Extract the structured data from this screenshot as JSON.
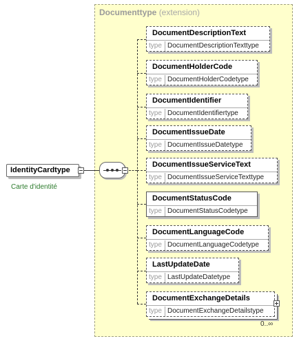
{
  "extension": {
    "name": "Documenttype",
    "kind": "(extension)"
  },
  "root": {
    "name": "IdentityCardtype",
    "documentation": "Carte d'identité"
  },
  "type_label": "type",
  "elements": [
    {
      "name": "DocumentDescriptionText",
      "type": "DocumentDescriptionTexttype"
    },
    {
      "name": "DocumentHolderCode",
      "type": "DocumentHolderCodetype"
    },
    {
      "name": "DocumentIdentifier",
      "type": "DocumentIdentifiertype"
    },
    {
      "name": "DocumentIssueDate",
      "type": "DocumentIssueDatetype"
    },
    {
      "name": "DocumentIssueServiceText",
      "type": "DocumentIssueServiceTexttype"
    },
    {
      "name": "DocumentStatusCode",
      "type": "DocumentStatusCodetype"
    },
    {
      "name": "DocumentLanguageCode",
      "type": "DocumentLanguageCodetype"
    },
    {
      "name": "LastUpdateDate",
      "type": "LastUpdateDatetype"
    },
    {
      "name": "DocumentExchangeDetails",
      "type": "DocumentExchangeDetailstype",
      "occurrence": "0..∞"
    }
  ]
}
